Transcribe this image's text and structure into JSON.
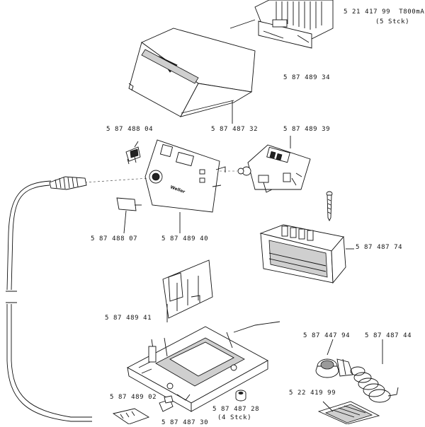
{
  "parts": {
    "fuse_number": "5 21 417 99",
    "fuse_rating": "T800mA",
    "fuse_qty": "(5 Stck)",
    "pcb_top": "5 87 489 34",
    "cover": "5 87 487 32",
    "switch": "5 87 488 04",
    "display_board": "5 87 489 39",
    "cover_small": "5 87 488 07",
    "front_panel": "5 87 489 40",
    "transformer": "5 87 487 74",
    "base_insulation": "5 87 489 41",
    "sponge": "5 87 447 94",
    "spiral": "5 87 487 44",
    "feet": "5 87 487 28",
    "feet_qty": "(4 Stck)",
    "connector": "5 87 489 02",
    "holder_base": "5 22 419 99",
    "partial_bottom": "5 87 487 30"
  },
  "brand": "Weller"
}
